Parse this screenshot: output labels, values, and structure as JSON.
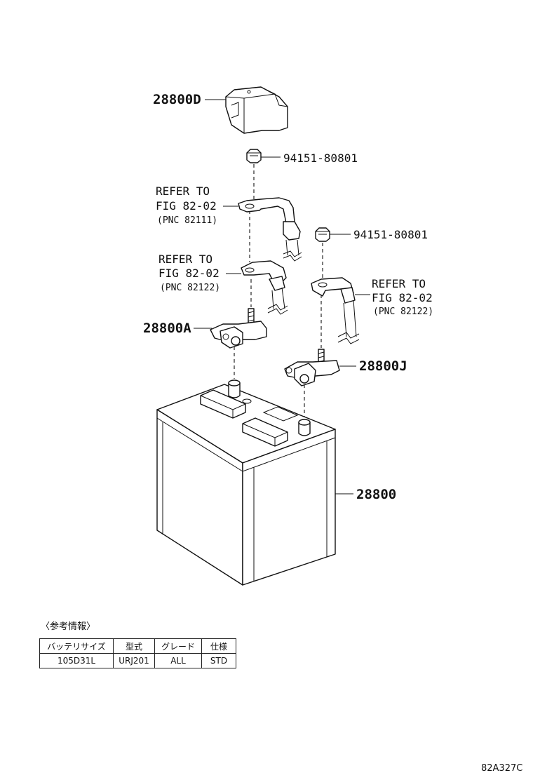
{
  "diagram": {
    "parts": {
      "cover": "28800D",
      "nut_upper": "94151-80801",
      "nut_right": "94151-80801",
      "clamp_neg": "28800A",
      "clamp_pos": "28800J",
      "battery": "28800"
    },
    "refs": [
      {
        "line1": "REFER TO",
        "line2": "FIG 82-02",
        "pnc": "(PNC 82111)"
      },
      {
        "line1": "REFER TO",
        "line2": "FIG 82-02",
        "pnc": "(PNC 82122)"
      },
      {
        "line1": "REFER TO",
        "line2": "FIG 82-02",
        "pnc": "(PNC 82122)"
      }
    ]
  },
  "info": {
    "title": "〈参考情報〉",
    "headers": [
      "バッテリサイズ",
      "型式",
      "グレード",
      "仕様"
    ],
    "row": [
      "105D31L",
      "URJ201",
      "ALL",
      "STD"
    ]
  },
  "diagram_code": "82A327C"
}
